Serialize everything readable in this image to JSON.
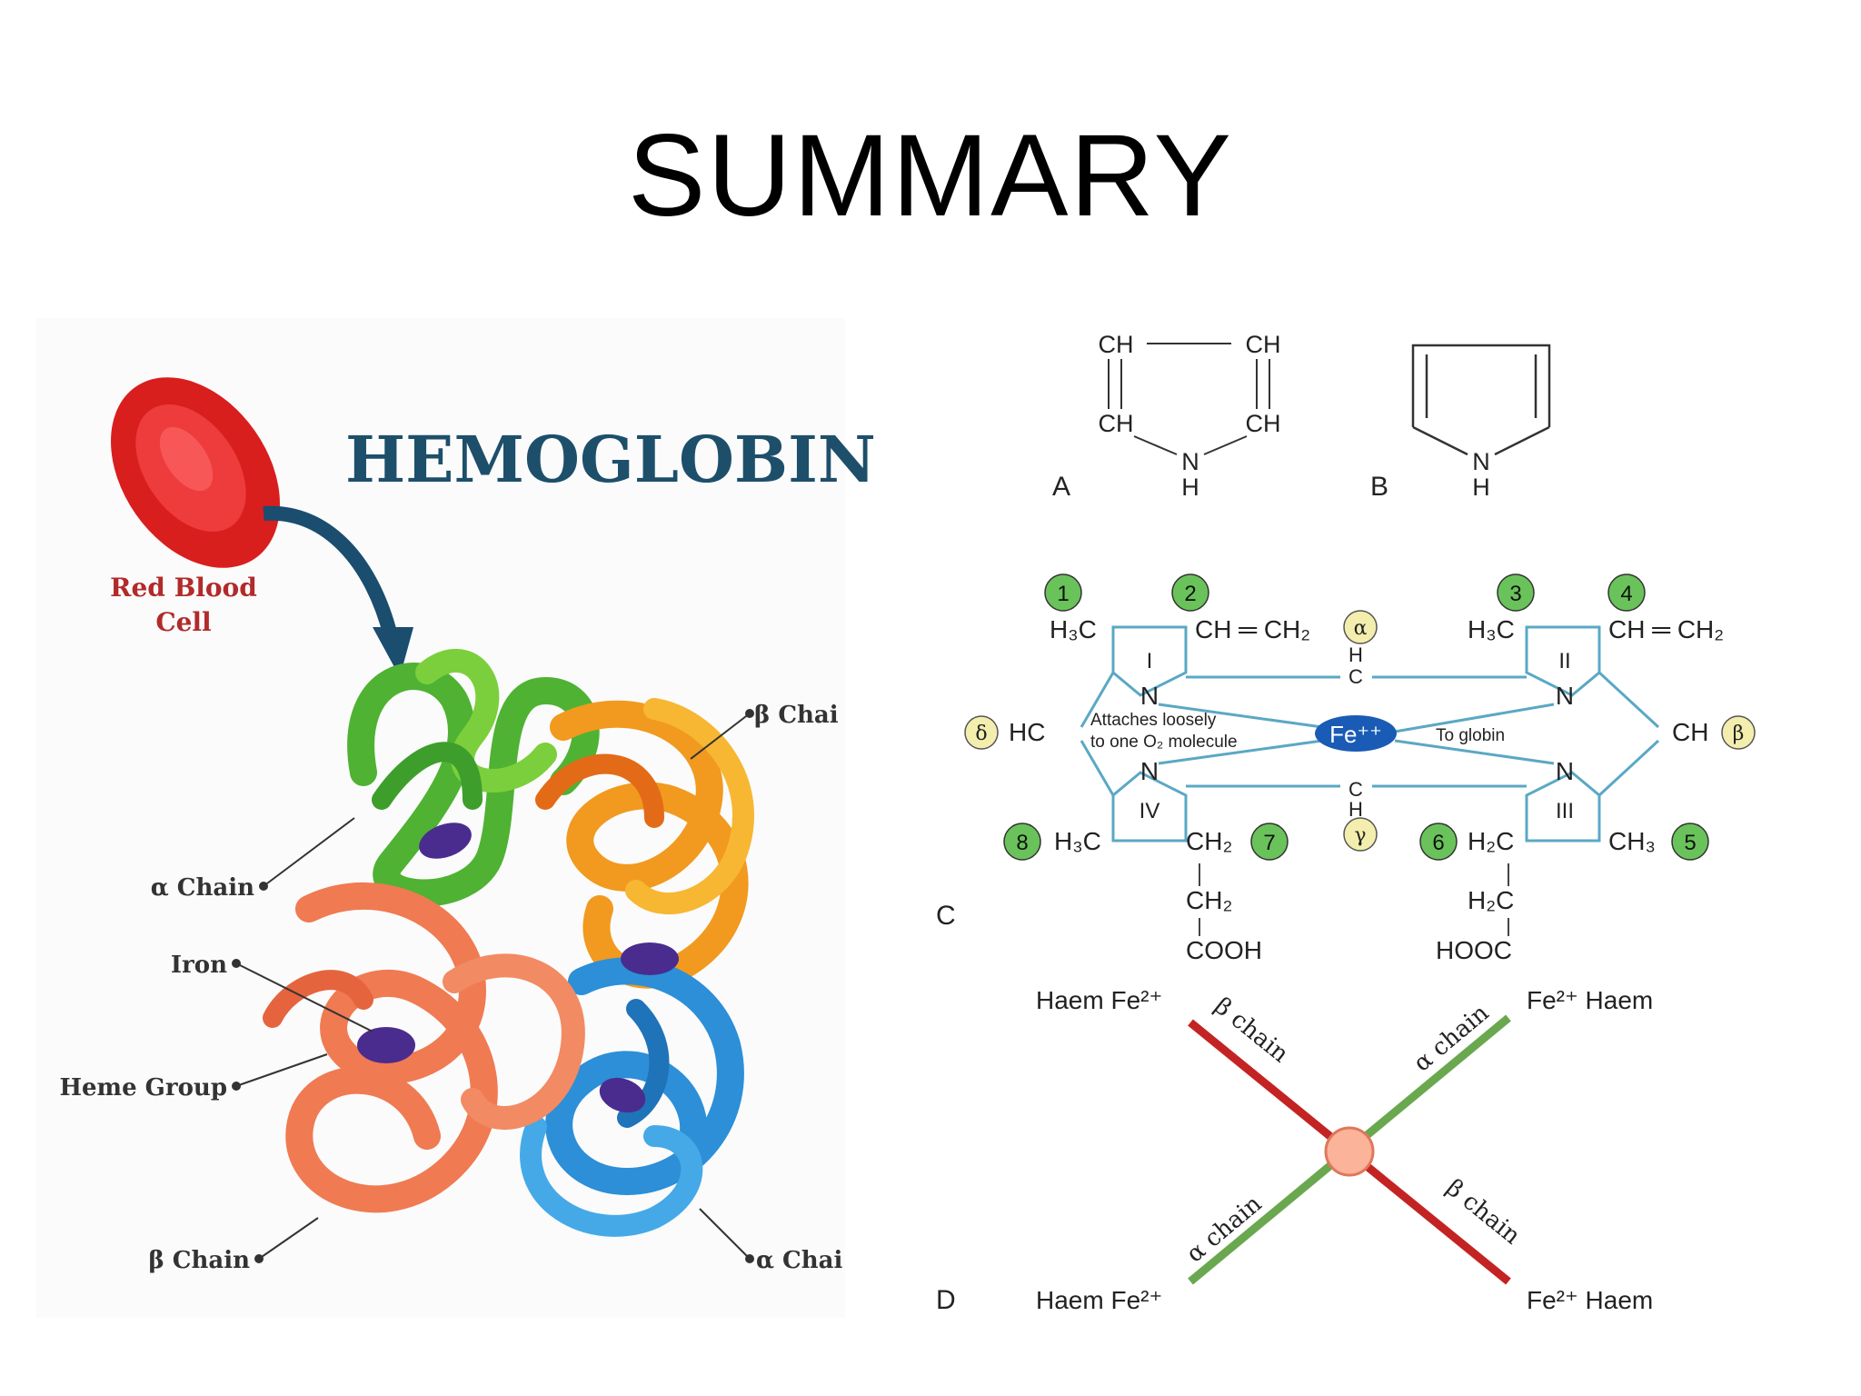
{
  "title": "SUMMARY",
  "hemoglobin": {
    "heading": "HEMOGLOBIN",
    "rbc_label_1": "Red Blood",
    "rbc_label_2": "Cell",
    "beta_chain_top": "β Chai",
    "alpha_chain_left": "α Chain",
    "iron": "Iron",
    "heme_group": "Heme Group",
    "beta_chain_bottom": "β Chain",
    "alpha_chain_bottom": "α Chai"
  },
  "pyrrole": {
    "A": {
      "letter": "A",
      "ch1": "CH",
      "ch2": "CH",
      "ch3": "CH",
      "ch4": "CH",
      "n": "N",
      "h": "H"
    },
    "B": {
      "letter": "B",
      "n": "N",
      "h": "H"
    }
  },
  "heme": {
    "letter": "C",
    "numbers": [
      "1",
      "2",
      "3",
      "4",
      "5",
      "6",
      "7",
      "8"
    ],
    "greek": {
      "alpha": "α",
      "beta": "β",
      "gamma": "γ",
      "delta": "δ"
    },
    "rings": [
      "I",
      "II",
      "III",
      "IV"
    ],
    "g1": "H₃C",
    "g2": "CH ═ CH₂",
    "g3": "H₃C",
    "g4": "CH ═ CH₂",
    "g5": "CH₃",
    "g6": "H₂C",
    "g7": "CH₂",
    "g8": "H₃C",
    "ch_right": "CH",
    "hc_left": "HC",
    "n": "N",
    "bridge_top_1": "H",
    "bridge_top_2": "C",
    "bridge_bot_1": "C",
    "bridge_bot_2": "H",
    "attach_1": "Attaches loosely",
    "attach_2": "to one O₂ molecule",
    "fe": "Fe⁺⁺",
    "to_globin": "To globin",
    "ch2_down": "CH₂",
    "cooh": "COOH",
    "h2c_down": "H₂C",
    "hooc": "HOOC"
  },
  "chains_diagram": {
    "letter": "D",
    "tl": "Haem Fe²⁺",
    "tr": "Fe²⁺ Haem",
    "bl": "Haem Fe²⁺",
    "br": "Fe²⁺ Haem",
    "beta_upper": "β chain",
    "alpha_upper": "α chain",
    "alpha_lower": "α chain",
    "beta_lower": "β chain"
  },
  "colors": {
    "ring": "#5aa8c4",
    "number_bg": "#69c35a",
    "greek_bg": "#f3eeae",
    "fe": "#1a5bb5",
    "beta": "#c42323",
    "alpha": "#6aa84f",
    "heading": "#1d4f6b",
    "label_red": "#b22a2a"
  }
}
